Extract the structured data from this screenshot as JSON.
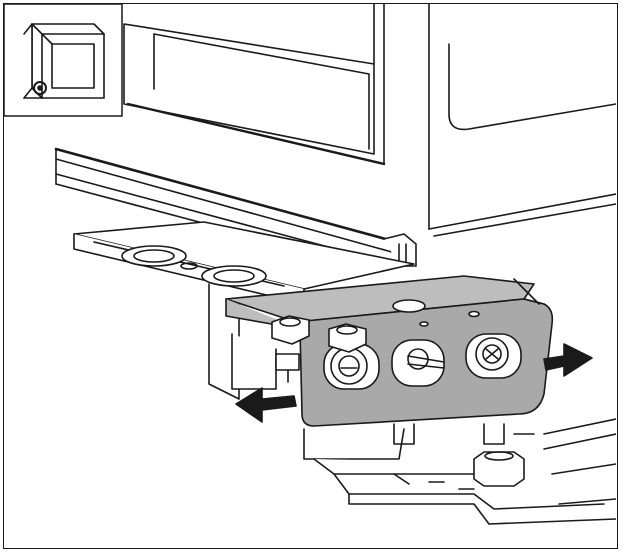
{
  "illustration": {
    "inset": {
      "icon": "cabinet-corner-locator-icon"
    },
    "arrows": [
      {
        "name": "push-left-arrow",
        "direction": "left"
      },
      {
        "name": "push-right-arrow",
        "direction": "right"
      }
    ]
  },
  "colors": {
    "line": "#1a1a1a",
    "bracket_fill": "#a9a9a9",
    "background": "#ffffff"
  }
}
